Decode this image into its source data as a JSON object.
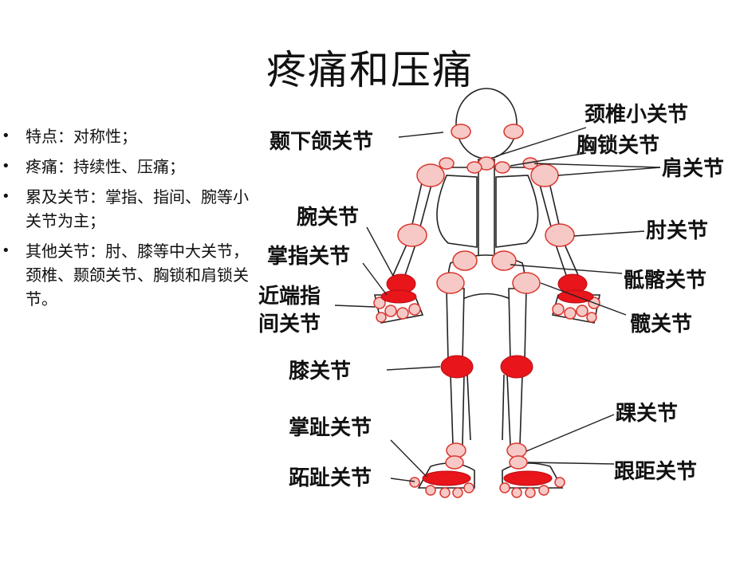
{
  "title": "疼痛和压痛",
  "bullets": [
    "特点：对称性；",
    "疼痛：持续性、压痛；",
    "累及关节：掌指、指间、腕等小关节为主；",
    "其他关节：肘、膝等中大关节，颈椎、颞颌关节、胸锁和肩锁关节。"
  ],
  "labels": {
    "tmj": "颞下颌关节",
    "cervical": "颈椎小关节",
    "sternoclavicular": "胸锁关节",
    "shoulder": "肩关节",
    "wrist": "腕关节",
    "mcp": "掌指关节",
    "pip_line1": "近端指",
    "pip_line2": "间关节",
    "elbow": "肘关节",
    "sacroiliac": "骶髂关节",
    "hip": "髋关节",
    "knee": "膝关节",
    "ankle": "踝关节",
    "mtp": "掌趾关节",
    "subtalar": "跟距关节",
    "interphalangeal_toe": "跖趾关节"
  },
  "colors": {
    "highlight_red": "#e8151b",
    "joint_pink": "#f7c9c6",
    "joint_outline": "#d9362f",
    "bone_outline": "#222222"
  }
}
